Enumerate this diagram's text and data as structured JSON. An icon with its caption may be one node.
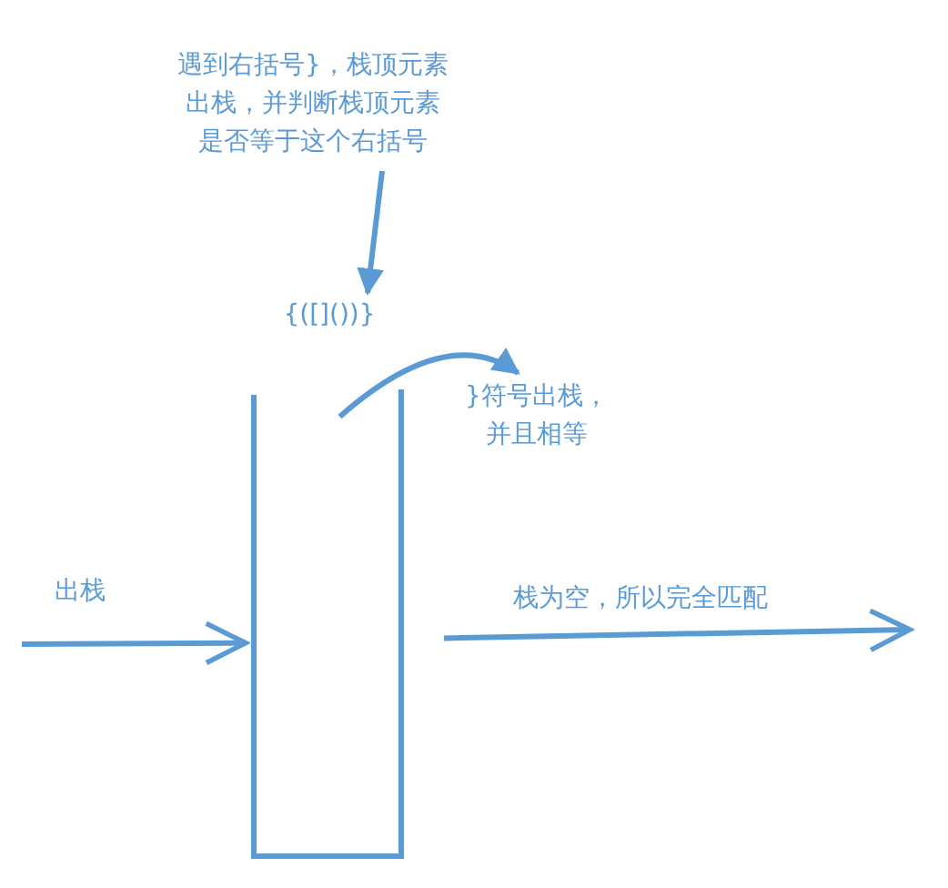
{
  "diagram": {
    "nodes": [
      {
        "text": [
          "遇到右括号}，栈顶元素出栈，并判断栈顶元素是否等于这个右括号"
        ]
      },
      {
        "text": [
          "{([]())}"
        ]
      },
      {
        "text": [],
        "shape": "box"
      },
      {
        "text": [
          "}符号出栈，并且相等"
        ]
      }
    ],
    "edges": [
      {
        "from": 0,
        "to": 1,
        "arrow": "to"
      },
      {
        "from": 2,
        "to": 3,
        "arrow": "to"
      },
      {
        "from": null,
        "to": 2,
        "arrow": "to",
        "label": "出栈"
      },
      {
        "from": 2,
        "to": null,
        "arrow": "to",
        "label": "栈为空，所以完全匹配"
      }
    ]
  }
}
